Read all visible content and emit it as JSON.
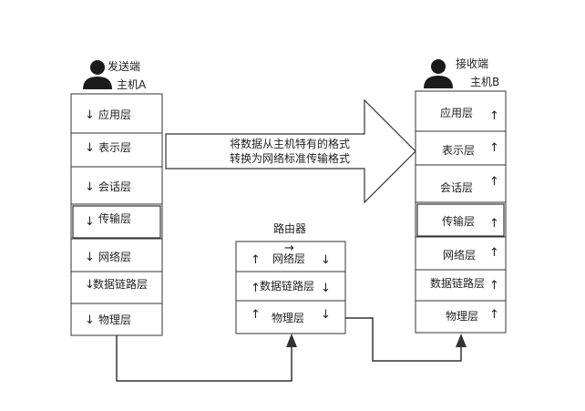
{
  "sender": {
    "label_line1": "发送端",
    "label_line2": "主机A",
    "icon": "person-icon",
    "layers": [
      {
        "name": "应用层",
        "arrow": "↓"
      },
      {
        "name": "表示层",
        "arrow": "↓"
      },
      {
        "name": "会话层",
        "arrow": "↓"
      },
      {
        "name": "传输层",
        "arrow": "↓"
      },
      {
        "name": "网络层",
        "arrow": "↓"
      },
      {
        "name": "数据链路层",
        "arrow": "↓"
      },
      {
        "name": "物理层",
        "arrow": "↓"
      }
    ]
  },
  "receiver": {
    "label_line1": "接收端",
    "label_line2": "主机B",
    "icon": "person-icon",
    "layers": [
      {
        "name": "应用层",
        "arrow": "↑"
      },
      {
        "name": "表示层",
        "arrow": "↑"
      },
      {
        "name": "会话层",
        "arrow": "↑"
      },
      {
        "name": "传输层",
        "arrow": "↑"
      },
      {
        "name": "网络层",
        "arrow": "↑"
      },
      {
        "name": "数据链路层",
        "arrow": "↑"
      },
      {
        "name": "物理层",
        "arrow": "↑"
      }
    ]
  },
  "router": {
    "title": "路由器",
    "layers": [
      {
        "name": "网络层",
        "left_arrow": "↑",
        "right_arrow": "↓",
        "top_arrow": "→"
      },
      {
        "name": "数据链路层",
        "left_arrow": "↑",
        "right_arrow": "↓",
        "top_arrow": ""
      },
      {
        "name": "物理层",
        "left_arrow": "↑",
        "right_arrow": "↓",
        "top_arrow": ""
      }
    ]
  },
  "big_arrow": {
    "line1": "将数据从主机特有的格式",
    "line2": "转换为网络标准传输格式"
  },
  "colors": {
    "stroke": "#333333",
    "text": "#222222",
    "fill": "#ffffff"
  }
}
